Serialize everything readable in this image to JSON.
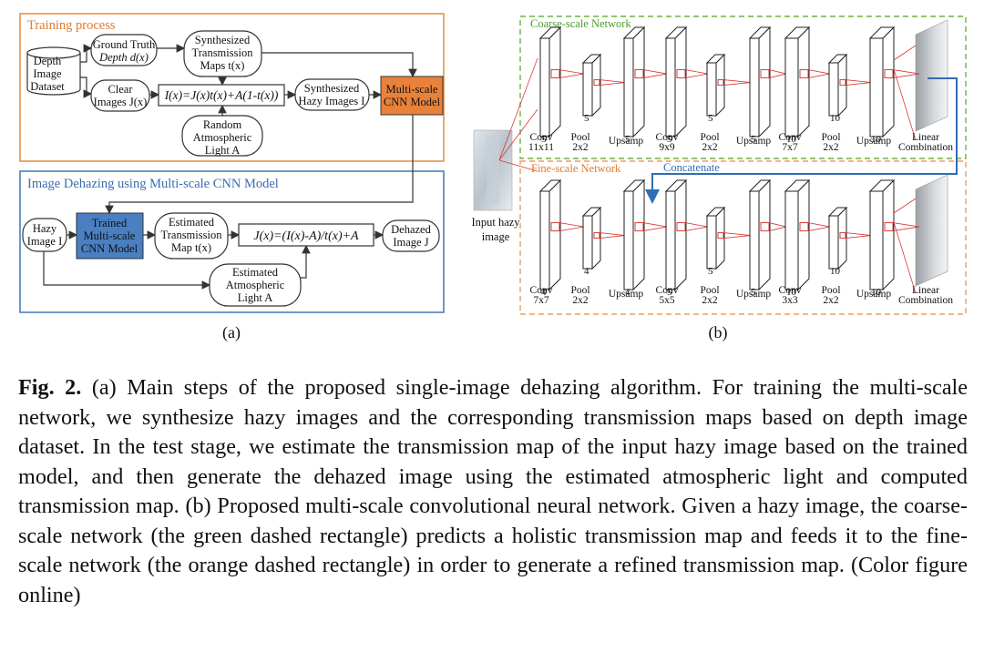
{
  "panel_a": {
    "training": {
      "title": "Training process",
      "dataset": [
        "Depth",
        "Image",
        "Dataset"
      ],
      "gt_depth": [
        "Ground Truth",
        "Depth  d(x)"
      ],
      "clear": [
        "Clear",
        "Images J(x)"
      ],
      "synth_trans": [
        "Synthesized",
        "Transmission",
        "Maps t(x)"
      ],
      "equation": "I(x)=J(x)t(x)+A(1-t(x))",
      "synth_hazy": [
        "Synthesized",
        "Hazy Images I"
      ],
      "random_light": [
        "Random",
        "Atmospheric",
        "Light A"
      ],
      "model": [
        "Multi-scale",
        "CNN Model"
      ]
    },
    "dehazing": {
      "title": "Image Dehazing using Multi-scale CNN Model",
      "hazy": [
        "Hazy",
        "Image I"
      ],
      "trained_model": [
        "Trained",
        "Multi-scale",
        "CNN Model"
      ],
      "est_trans": [
        "Estimated",
        "Transmission",
        "Map t(x)"
      ],
      "equation": "J(x)=(I(x)-A)/t(x)+A",
      "dehazed": [
        "Dehazed",
        "Image J"
      ],
      "est_light": [
        "Estimated",
        "Atmospheric",
        "Light A"
      ]
    },
    "label": "(a)"
  },
  "panel_b": {
    "coarse_title": "Coarse-scale Network",
    "fine_title": "Fine-scale Network",
    "concatenate": "Concatenate",
    "input_label": [
      "Input hazy",
      "image"
    ],
    "coarse_layers": [
      {
        "name": [
          "Conv",
          "11x11"
        ],
        "ch": "5"
      },
      {
        "name": [
          "Pool",
          "2x2"
        ],
        "ch": "5"
      },
      {
        "name": [
          "Upsamp"
        ],
        "ch": "5"
      },
      {
        "name": [
          "Conv",
          "9x9"
        ],
        "ch": "5"
      },
      {
        "name": [
          "Pool",
          "2x2"
        ],
        "ch": "5"
      },
      {
        "name": [
          "Upsamp"
        ],
        "ch": "5"
      },
      {
        "name": [
          "Conv",
          "7x7"
        ],
        "ch": "10"
      },
      {
        "name": [
          "Pool",
          "2x2"
        ],
        "ch": "10"
      },
      {
        "name": [
          "Upsamp"
        ],
        "ch": "10"
      },
      {
        "name": [
          "Linear",
          "Combination"
        ],
        "ch": ""
      }
    ],
    "fine_layers": [
      {
        "name": [
          "Conv",
          "7x7"
        ],
        "ch": "4"
      },
      {
        "name": [
          "Pool",
          "2x2"
        ],
        "ch": "4"
      },
      {
        "name": [
          "Upsamp"
        ],
        "ch": "4"
      },
      {
        "name": [
          "Conv",
          "5x5"
        ],
        "ch": "5"
      },
      {
        "name": [
          "Pool",
          "2x2"
        ],
        "ch": "5"
      },
      {
        "name": [
          "Upsamp"
        ],
        "ch": "5"
      },
      {
        "name": [
          "Conv",
          "3x3"
        ],
        "ch": "10"
      },
      {
        "name": [
          "Pool",
          "2x2"
        ],
        "ch": "10"
      },
      {
        "name": [
          "Upsamp"
        ],
        "ch": "10"
      },
      {
        "name": [
          "Linear",
          "Combination"
        ],
        "ch": ""
      }
    ],
    "label": "(b)"
  },
  "caption": {
    "label": "Fig. 2.",
    "text": "(a) Main steps of the proposed single-image dehazing algorithm. For training the multi-scale network, we synthesize hazy images and the corresponding transmission maps based on depth image dataset. In the test stage, we estimate the transmission map of the input hazy image based on the trained model, and then generate the dehazed image using the estimated atmospheric light and computed transmission map. (b) Proposed multi-scale convolutional neural network. Given a hazy image, the coarse-scale network (the green dashed rectangle) predicts a holistic transmission map and feeds it to the fine-scale network (the orange dashed rectangle) in order to generate a refined transmission map. (Color figure online)"
  },
  "colors": {
    "training_border": "#E8924A",
    "training_title": "#E07B2E",
    "dehaze_border": "#4A7EBB",
    "dehaze_title": "#3A6DB0",
    "model_orange": "#E8823A",
    "model_blue": "#4A7FC1",
    "coarse_dash": "#6DB33F",
    "fine_dash": "#E8A060",
    "red_link": "#D93A3A",
    "concat_blue": "#2F6DB5"
  }
}
